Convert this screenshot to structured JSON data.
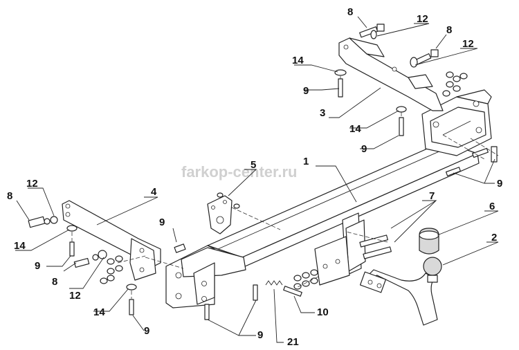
{
  "watermark": "farkop-center.ru",
  "callouts": {
    "c1": "1",
    "c2": "2",
    "c3": "3",
    "c4": "4",
    "c5": "5",
    "c6": "6",
    "c8a": "8",
    "c8b": "8",
    "c8c": "8",
    "c8d": "8",
    "c9a": "9",
    "c9b": "9",
    "c9c": "9",
    "c9d": "9",
    "c9e": "9",
    "c9f": "9",
    "c9g": "9",
    "c10": "10",
    "c12a": "12",
    "c12b": "12",
    "c12c": "12",
    "c12d": "12",
    "c14a": "14",
    "c14b": "14",
    "c14c": "14",
    "c14d": "14",
    "c21": "21"
  }
}
